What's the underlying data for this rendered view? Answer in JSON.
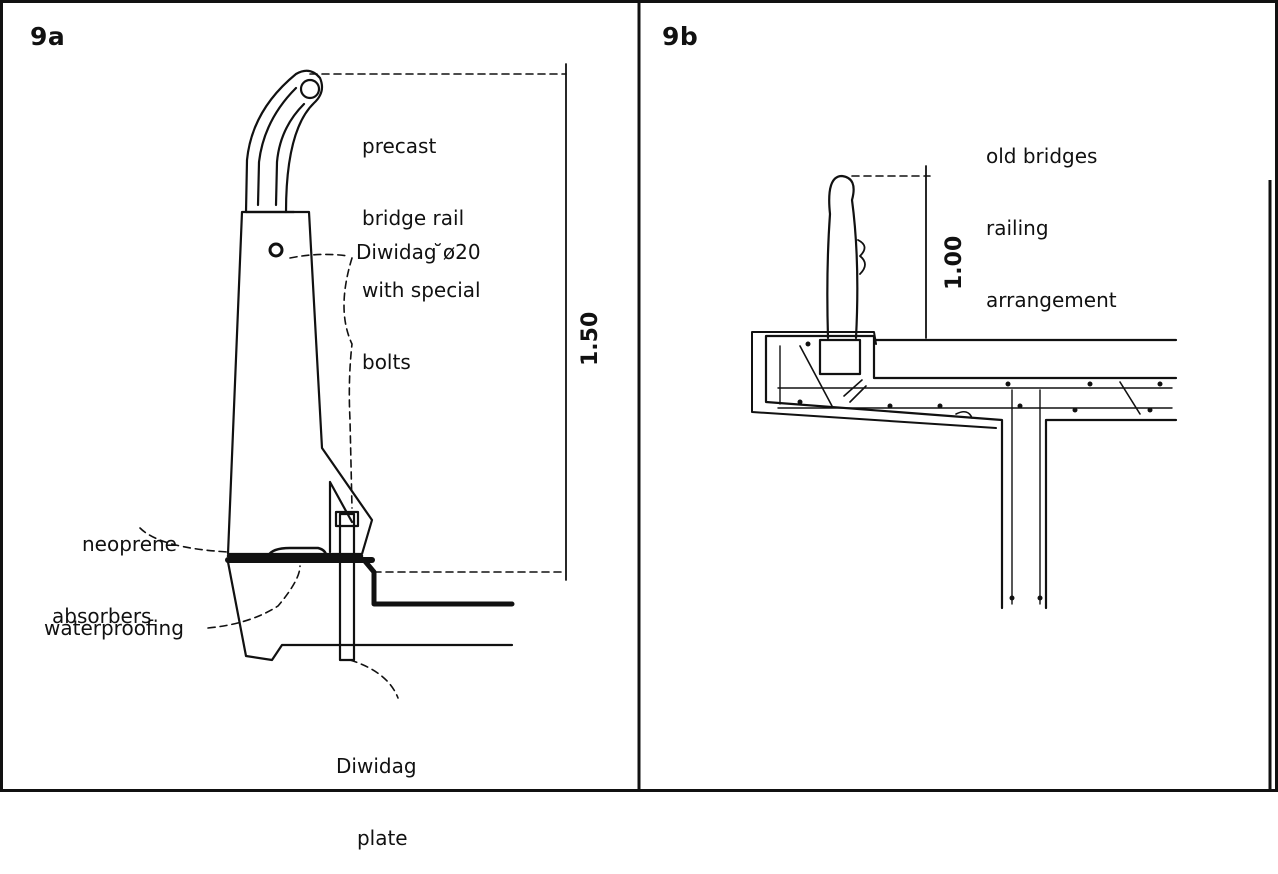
{
  "panel_a": {
    "label": "9a",
    "rail_note": [
      "precast",
      "bridge rail",
      "with special",
      "bolts"
    ],
    "diwidag_bolt": "Diwidag ̆ø20",
    "neoprene": [
      "neoprene",
      "absorbers"
    ],
    "waterproofing": "waterproofing",
    "diwidag_plate": [
      "Diwidag",
      "plate"
    ],
    "height_dim": "1.50"
  },
  "panel_b": {
    "label": "9b",
    "note": [
      "old bridges",
      "railing",
      "arrangement"
    ],
    "height_dim": "1.00"
  }
}
